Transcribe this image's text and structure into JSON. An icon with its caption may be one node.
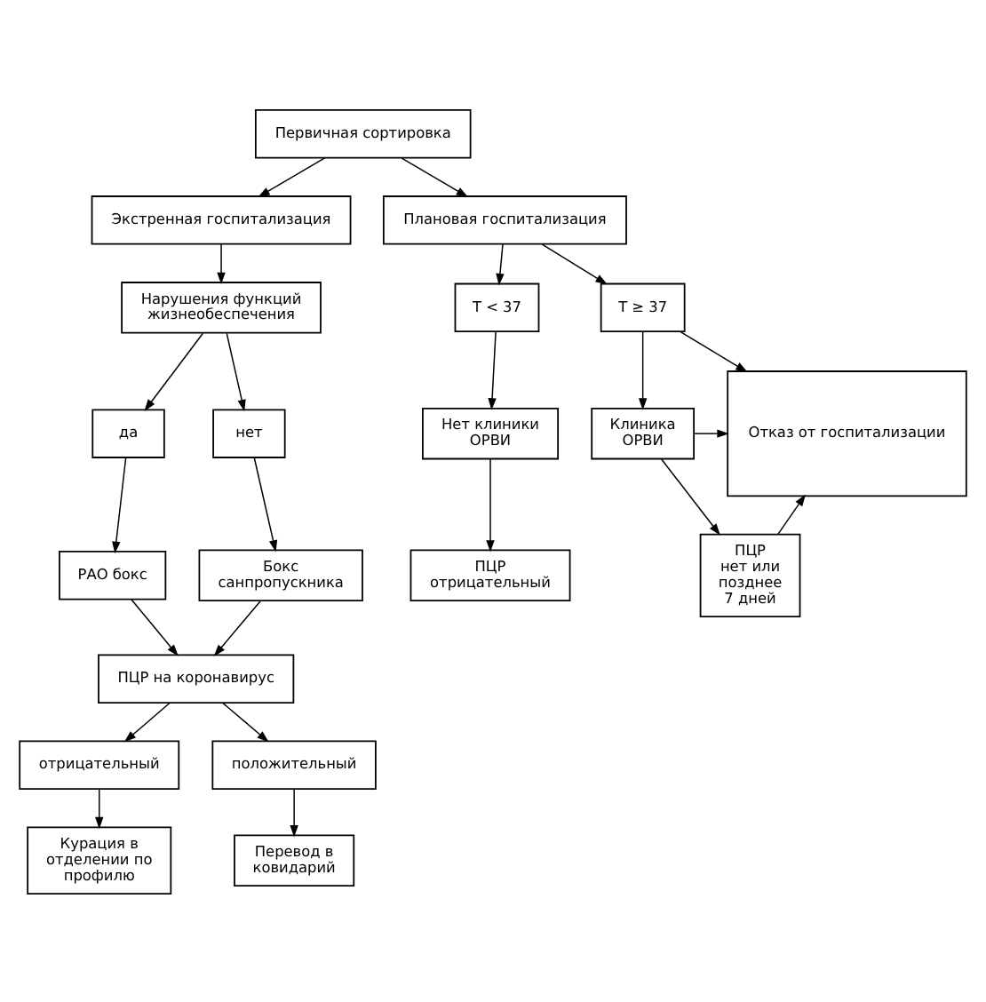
{
  "diagram": {
    "nodes": [
      {
        "text": [
          "Первичная сортировка"
        ]
      },
      {
        "text": [
          "Экстренная госпитализация"
        ]
      },
      {
        "text": [
          "Плановая госпитализация"
        ]
      },
      {
        "text": [
          "Нарушения функций жизнеобеспечения"
        ]
      },
      {
        "text": [
          "Т < 37"
        ]
      },
      {
        "text": [
          "Т ≥ 37"
        ]
      },
      {
        "text": [
          "Отказ от госпитализации"
        ]
      },
      {
        "text": [
          "да"
        ]
      },
      {
        "text": [
          "нет"
        ]
      },
      {
        "text": [
          "Нет клиники ОРВИ"
        ]
      },
      {
        "text": [
          "Клиника ОРВИ"
        ]
      },
      {
        "text": [
          "РАО бокс"
        ]
      },
      {
        "text": [
          "Бокс санпропускника"
        ]
      },
      {
        "text": [
          "ПЦР отрицательный"
        ]
      },
      {
        "text": [
          "ПЦР нет или позднее 7 дней"
        ]
      },
      {
        "text": [
          "ПЦР на коронавирус"
        ]
      },
      {
        "text": [
          "отрицательный"
        ]
      },
      {
        "text": [
          "положительный"
        ]
      },
      {
        "text": [
          "Курация в отделении по профилю"
        ]
      },
      {
        "text": [
          "Перевод в ковидарий"
        ]
      }
    ],
    "edges": [
      {
        "from": 0,
        "to": 1,
        "arrow": "to"
      },
      {
        "from": 0,
        "to": 2,
        "arrow": "to"
      },
      {
        "from": 1,
        "to": 3,
        "arrow": "to"
      },
      {
        "from": 2,
        "to": 4,
        "arrow": "to"
      },
      {
        "from": 2,
        "to": 5,
        "arrow": "to"
      },
      {
        "from": 5,
        "to": 6,
        "arrow": "to"
      },
      {
        "from": 3,
        "to": 7,
        "arrow": "to"
      },
      {
        "from": 3,
        "to": 8,
        "arrow": "to"
      },
      {
        "from": 4,
        "to": 9,
        "arrow": "to"
      },
      {
        "from": 5,
        "to": 10,
        "arrow": "to"
      },
      {
        "from": 10,
        "to": 6,
        "arrow": "to"
      },
      {
        "from": 7,
        "to": 11,
        "arrow": "to"
      },
      {
        "from": 8,
        "to": 12,
        "arrow": "to"
      },
      {
        "from": 9,
        "to": 13,
        "arrow": "to"
      },
      {
        "from": 10,
        "to": 14,
        "arrow": "to"
      },
      {
        "from": 14,
        "to": 6,
        "arrow": "to"
      },
      {
        "from": 11,
        "to": 15,
        "arrow": "to"
      },
      {
        "from": 12,
        "to": 15,
        "arrow": "to"
      },
      {
        "from": 15,
        "to": 16,
        "arrow": "to"
      },
      {
        "from": 15,
        "to": 17,
        "arrow": "to"
      },
      {
        "from": 16,
        "to": 18,
        "arrow": "to"
      },
      {
        "from": 17,
        "to": 19,
        "arrow": "to"
      }
    ]
  }
}
